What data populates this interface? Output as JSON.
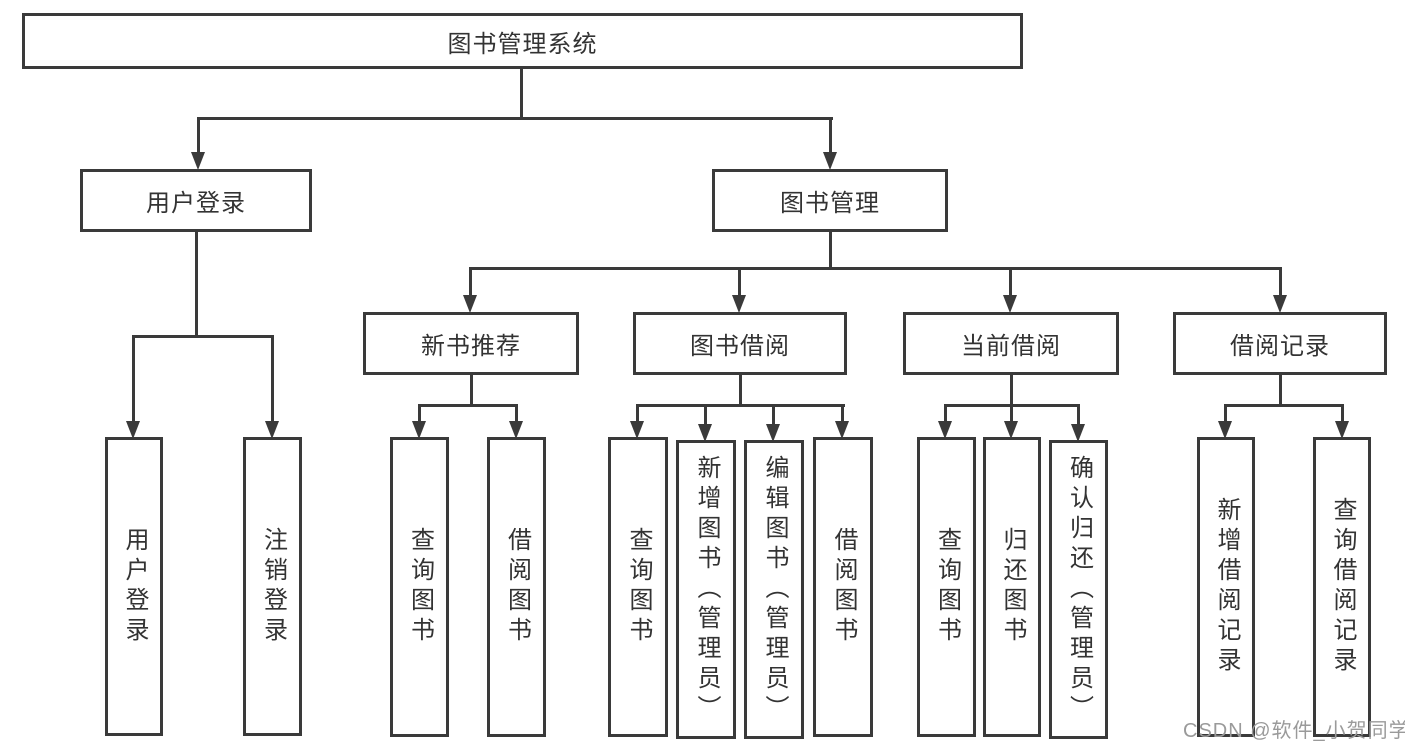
{
  "diagram": {
    "root": {
      "label": "图书管理系统"
    },
    "level2": [
      {
        "label": "用户登录"
      },
      {
        "label": "图书管理"
      }
    ],
    "level3": [
      {
        "label": "新书推荐"
      },
      {
        "label": "图书借阅"
      },
      {
        "label": "当前借阅"
      },
      {
        "label": "借阅记录"
      }
    ],
    "leaves": {
      "user_login": [
        {
          "label": "用户登录"
        },
        {
          "label": "注销登录"
        }
      ],
      "new_book": [
        {
          "label": "查询图书"
        },
        {
          "label": "借阅图书"
        }
      ],
      "book_borrow": [
        {
          "label": "查询图书"
        },
        {
          "label": "新增图书（管理员）"
        },
        {
          "label": "编辑图书（管理员）"
        },
        {
          "label": "借阅图书"
        }
      ],
      "current_borrow": [
        {
          "label": "查询图书"
        },
        {
          "label": "归还图书"
        },
        {
          "label": "确认归还（管理员）"
        }
      ],
      "borrow_record": [
        {
          "label": "新增借阅记录"
        },
        {
          "label": "查询借阅记录"
        }
      ]
    },
    "watermark": "CSDN @软件_小贺同学",
    "colors": {
      "line": "#3a3a3a",
      "text": "#333333",
      "watermark": "#9a9a9a",
      "background": "#ffffff"
    }
  }
}
